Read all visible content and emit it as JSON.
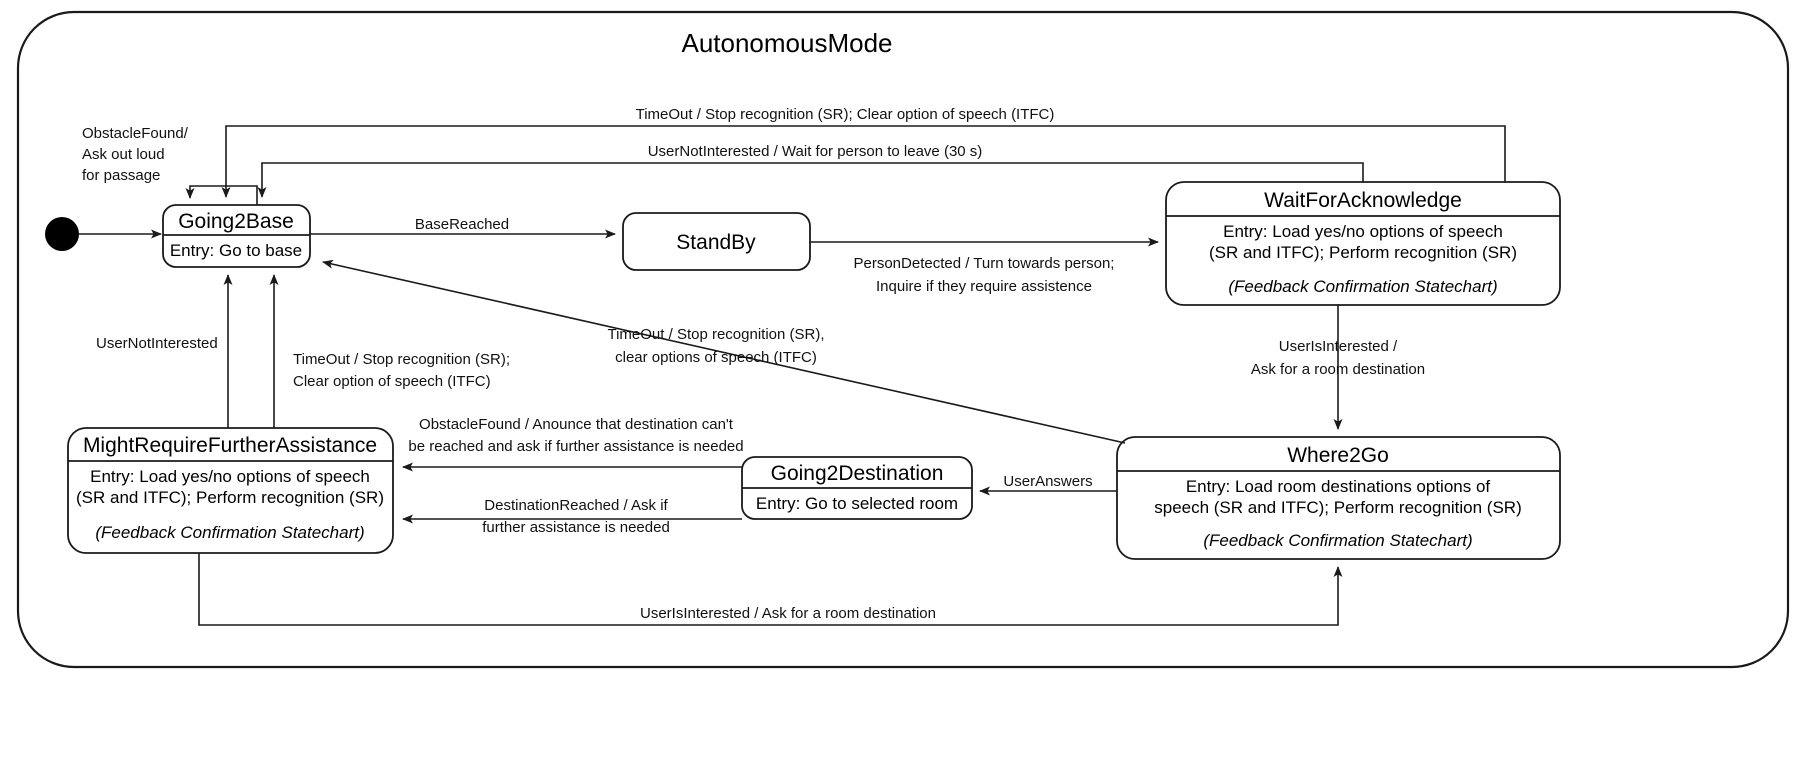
{
  "diagram": {
    "title": "AutonomousMode",
    "type": "uml-statechart",
    "colors": {
      "line": "#1a1a1a",
      "text": "#000000",
      "background": "#ffffff"
    },
    "initial_node": {
      "name": "initial-pseudostate",
      "shape": "filled-circle"
    },
    "states": [
      {
        "id": "going2base",
        "name": "Going2Base",
        "entry": [
          "Entry: Go to base"
        ],
        "note": ""
      },
      {
        "id": "standby",
        "name": "StandBy",
        "entry": [],
        "note": ""
      },
      {
        "id": "waitforacknowledge",
        "name": "WaitForAcknowledge",
        "entry": [
          "Entry: Load yes/no options of speech",
          "(SR and ITFC); Perform recognition (SR)"
        ],
        "note": "(Feedback Confirmation Statechart)"
      },
      {
        "id": "where2go",
        "name": "Where2Go",
        "entry": [
          "Entry: Load room destinations options of",
          "speech (SR and ITFC); Perform recognition (SR)"
        ],
        "note": "(Feedback Confirmation Statechart)"
      },
      {
        "id": "going2destination",
        "name": "Going2Destination",
        "entry": [
          "Entry: Go to selected room"
        ],
        "note": ""
      },
      {
        "id": "mightrequirefurtherassistance",
        "name": "MightRequireFurtherAssistance",
        "entry": [
          "Entry: Load yes/no options of speech",
          "(SR and ITFC); Perform recognition (SR)"
        ],
        "note": "(Feedback Confirmation Statechart)"
      }
    ],
    "transitions": [
      {
        "id": "t_init",
        "from": "initial",
        "to": "going2base",
        "label": []
      },
      {
        "id": "t_self_obstacle",
        "from": "going2base",
        "to": "going2base",
        "label": [
          "ObstacleFound/",
          "Ask out loud",
          "for passage"
        ]
      },
      {
        "id": "t_basereached",
        "from": "going2base",
        "to": "standby",
        "label": [
          "BaseReached"
        ]
      },
      {
        "id": "t_persondetected",
        "from": "standby",
        "to": "waitforacknowledge",
        "label": [
          "PersonDetected / Turn towards person;",
          "Inquire if they require assistence"
        ]
      },
      {
        "id": "t_timeout_wfa",
        "from": "waitforacknowledge",
        "to": "going2base",
        "label": [
          "TimeOut / Stop recognition (SR); Clear option of speech (ITFC)"
        ]
      },
      {
        "id": "t_usernotinterested_wfa",
        "from": "waitforacknowledge",
        "to": "going2base",
        "label": [
          "UserNotInterested / Wait for person to leave (30 s)"
        ]
      },
      {
        "id": "t_userisinterested",
        "from": "waitforacknowledge",
        "to": "where2go",
        "label": [
          "UserIsInterested /",
          "Ask for a room destination"
        ]
      },
      {
        "id": "t_timeout_where2go",
        "from": "where2go",
        "to": "going2base",
        "label": [
          "TimeOut / Stop recognition (SR),",
          "clear options of speech (ITFC)"
        ]
      },
      {
        "id": "t_useranswers",
        "from": "where2go",
        "to": "going2destination",
        "label": [
          "UserAnswers"
        ]
      },
      {
        "id": "t_obstaclefound_dest",
        "from": "going2destination",
        "to": "mightrequirefurtherassistance",
        "label": [
          "ObstacleFound / Anounce that destination can't",
          "be reached and ask if further assistance is needed"
        ]
      },
      {
        "id": "t_destinationreached",
        "from": "going2destination",
        "to": "mightrequirefurtherassistance",
        "label": [
          "DestinationReached / Ask if",
          "further assistance is needed"
        ]
      },
      {
        "id": "t_timeout_mrfa",
        "from": "mightrequirefurtherassistance",
        "to": "going2base",
        "label": [
          "TimeOut / Stop recognition (SR);",
          "Clear option of speech (ITFC)"
        ]
      },
      {
        "id": "t_usernotinterested_mrfa",
        "from": "mightrequirefurtherassistance",
        "to": "going2base",
        "label": [
          "UserNotInterested"
        ]
      },
      {
        "id": "t_userisinterested_bottom",
        "from": "mightrequirefurtherassistance",
        "to": "where2go",
        "label": [
          "UserIsInterested / Ask for a room destination"
        ]
      }
    ]
  }
}
